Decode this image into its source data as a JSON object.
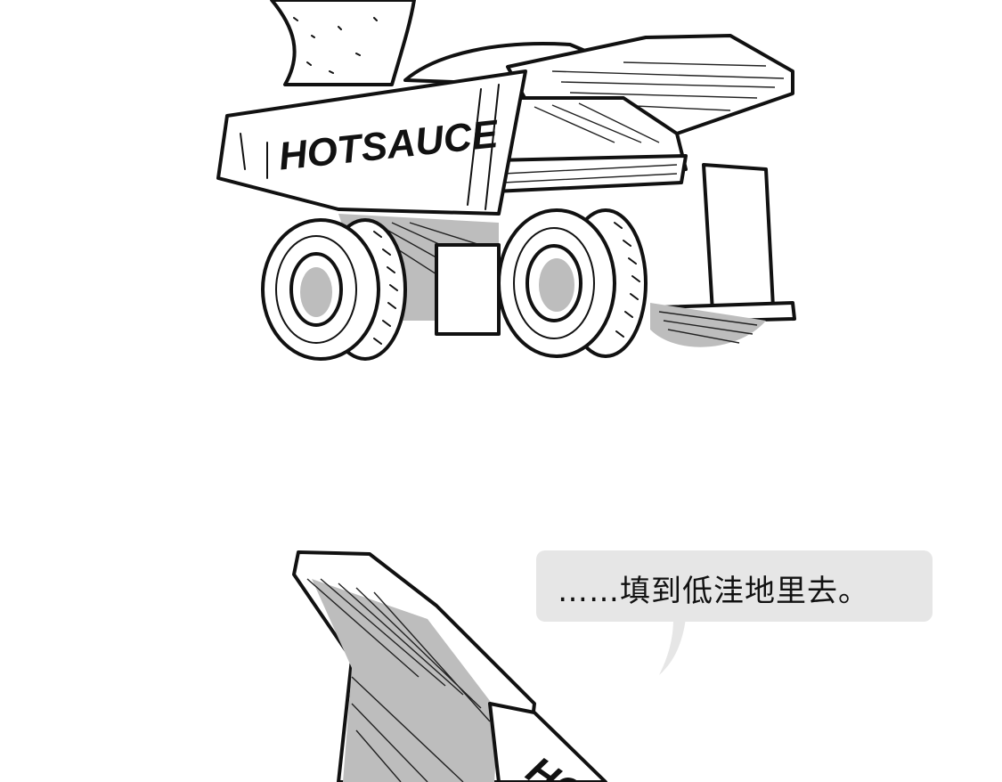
{
  "panels": [
    {
      "id": "top",
      "truck_logo": "HOTSAUCE"
    },
    {
      "id": "bottom",
      "truck_logo_partial": "HO",
      "speech_bubble": {
        "text": "……填到低洼地里去。",
        "background": "#e6e6e6"
      }
    }
  ],
  "colors": {
    "background": "#ffffff",
    "ink": "#111111",
    "shading": "#bdbdbd"
  }
}
